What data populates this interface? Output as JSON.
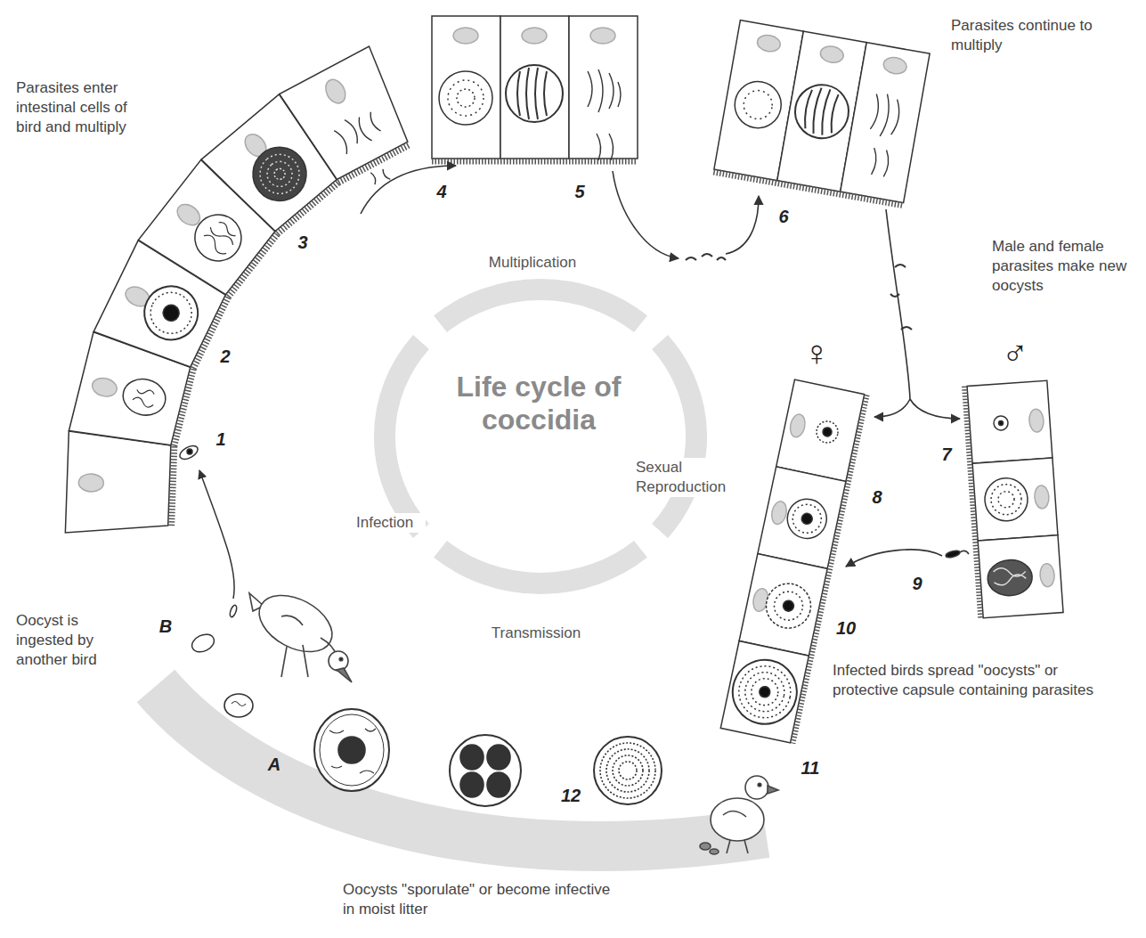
{
  "diagram": {
    "title": "Life cycle of coccidia",
    "labels": [
      "Parasites enter intestinal cells of bird and multiply",
      "4",
      "5",
      "Parasites continue to multiply",
      "Multiplication",
      "3",
      "6",
      "2",
      "Male and female parasites make new oocysts",
      "♀",
      "♂",
      "7",
      "1",
      "Sexual Reproduction",
      "8",
      "Infection",
      "9",
      "B",
      "Oocyst is ingested by another bird",
      "10",
      "Transmission",
      "Infected birds spread \"oocysts\" or protective capsule containing parasites",
      "A",
      "11",
      "12",
      "Oocysts \"sporulate\" or become infective in moist litter"
    ]
  }
}
